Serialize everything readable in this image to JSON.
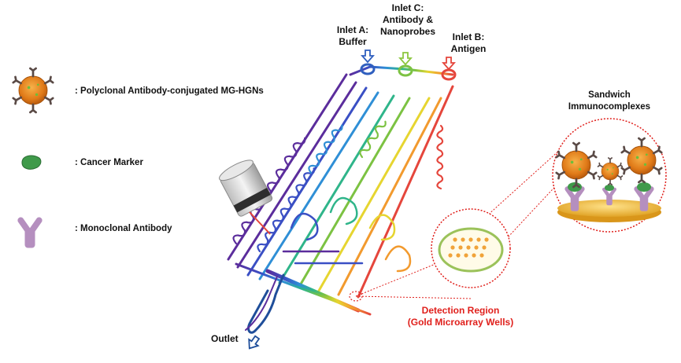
{
  "legend": {
    "items": [
      {
        "label": ": Polyclonal Antibody-conjugated MG-HGNs",
        "icon": "nanoprobe-icon"
      },
      {
        "label": ": Cancer Marker",
        "icon": "cancer-marker-icon"
      },
      {
        "label": ": Monoclonal Antibody",
        "icon": "monoclonal-antibody-icon"
      }
    ]
  },
  "inlets": {
    "a": {
      "line1": "Inlet A:",
      "line2": "Buffer",
      "color": "#2f5fbf"
    },
    "c": {
      "line1": "Inlet C:",
      "line2": "Antibody &",
      "line3": "Nanoprobes",
      "color": "#8cc63f"
    },
    "b": {
      "line1": "Inlet B:",
      "line2": "Antigen",
      "color": "#e5463c"
    }
  },
  "outlet": {
    "label": "Outlet",
    "color": "#1f4e9a"
  },
  "detection": {
    "line1": "Detection Region",
    "line2": "(Gold Microarray Wells)",
    "color": "#e0201c"
  },
  "sandwich": {
    "line1": "Sandwich",
    "line2": "Immunocomplexes"
  },
  "colors": {
    "rainbow": [
      "#5b2d9c",
      "#3a4fc4",
      "#2f8fd6",
      "#2fb58a",
      "#7cc242",
      "#e6d530",
      "#f29a2e",
      "#e5463c"
    ],
    "gold": "#f2c24a",
    "nanoprobe": "#e8891f",
    "marker": "#3f9a4a",
    "antibody": "#b58fbf"
  }
}
